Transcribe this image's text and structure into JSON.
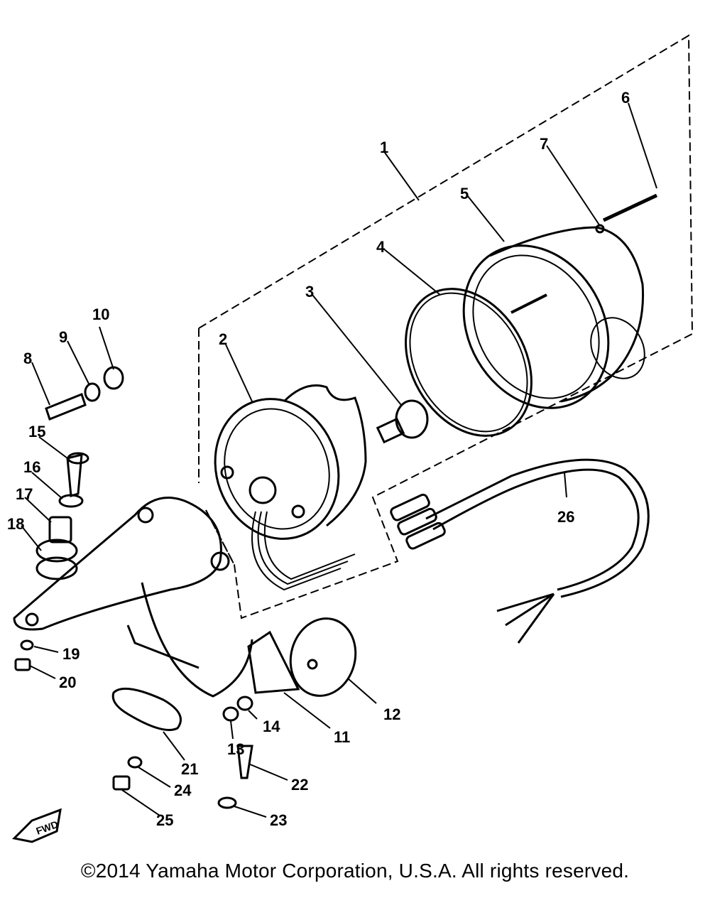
{
  "labels": {
    "p1": "1",
    "p2": "2",
    "p3": "3",
    "p4": "4",
    "p5": "5",
    "p6": "6",
    "p7": "7",
    "p8": "8",
    "p9": "9",
    "p10": "10",
    "p11": "11",
    "p12": "12",
    "p13": "13",
    "p14": "14",
    "p15": "15",
    "p16": "16",
    "p17": "17",
    "p18": "18",
    "p19": "19",
    "p20": "20",
    "p21": "21",
    "p22": "22",
    "p23": "23",
    "p24": "24",
    "p25": "25",
    "p26": "26"
  },
  "fwd": "FWD",
  "copyright": "©2014 Yamaha Motor Corporation, U.S.A. All rights reserved."
}
